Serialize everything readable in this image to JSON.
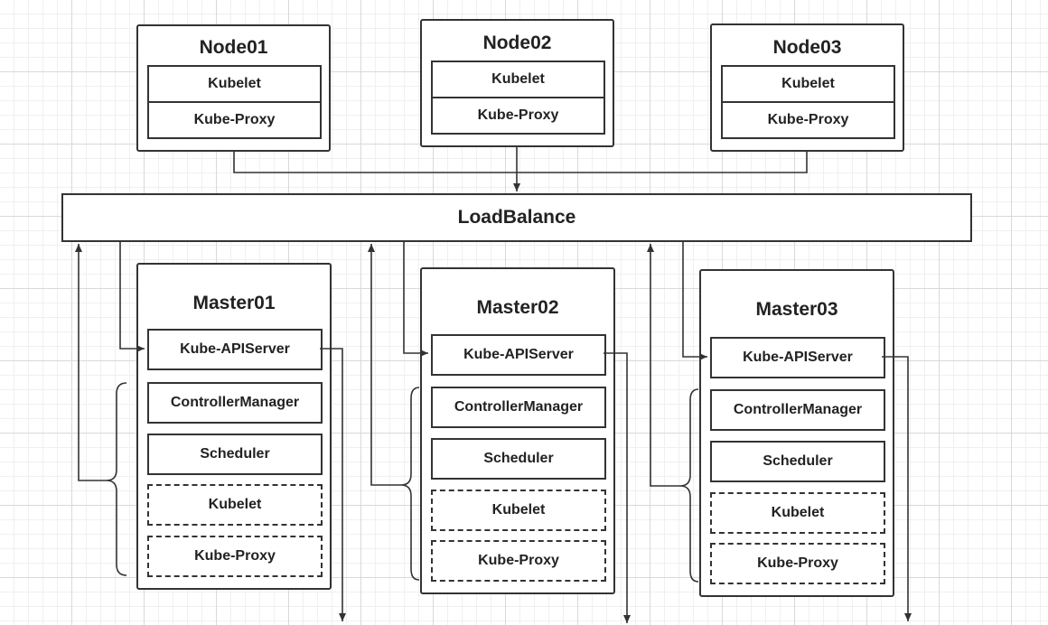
{
  "nodes": [
    {
      "title": "Node01",
      "kubelet": "Kubelet",
      "proxy": "Kube-Proxy"
    },
    {
      "title": "Node02",
      "kubelet": "Kubelet",
      "proxy": "Kube-Proxy"
    },
    {
      "title": "Node03",
      "kubelet": "Kubelet",
      "proxy": "Kube-Proxy"
    }
  ],
  "loadbalance": {
    "label": "LoadBalance"
  },
  "masters": [
    {
      "title": "Master01",
      "apiserver": "Kube-APIServer",
      "controller": "ControllerManager",
      "scheduler": "Scheduler",
      "kubelet": "Kubelet",
      "proxy": "Kube-Proxy"
    },
    {
      "title": "Master02",
      "apiserver": "Kube-APIServer",
      "controller": "ControllerManager",
      "scheduler": "Scheduler",
      "kubelet": "Kubelet",
      "proxy": "Kube-Proxy"
    },
    {
      "title": "Master03",
      "apiserver": "Kube-APIServer",
      "controller": "ControllerManager",
      "scheduler": "Scheduler",
      "kubelet": "Kubelet",
      "proxy": "Kube-Proxy"
    }
  ],
  "colors": {
    "stroke": "#333333",
    "grid": "#d9d9d9",
    "background": "#ffffff"
  }
}
